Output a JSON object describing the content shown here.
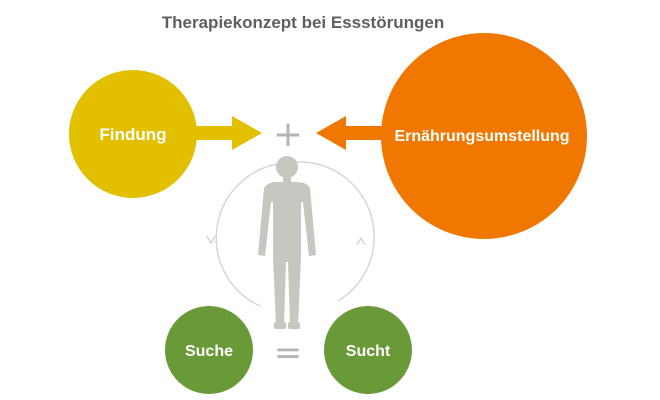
{
  "title": "Therapiekonzept bei Essstörungen",
  "nodes": {
    "findung": {
      "label": "Findung"
    },
    "ernaehrung": {
      "label": "Ernährungsumstellung"
    },
    "suche": {
      "label": "Suche"
    },
    "sucht": {
      "label": "Sucht"
    }
  },
  "symbols": {
    "plus": "+",
    "equals": "="
  },
  "colors": {
    "title": "#5f5f5f",
    "findung": "#e2c000",
    "ernaehrung": "#f07800",
    "green": "#6a9a38",
    "symbol": "#b5b5b5",
    "cycle": "#d6d6d6",
    "figure": "#c8c6c1",
    "label_text": "#ffffff"
  }
}
